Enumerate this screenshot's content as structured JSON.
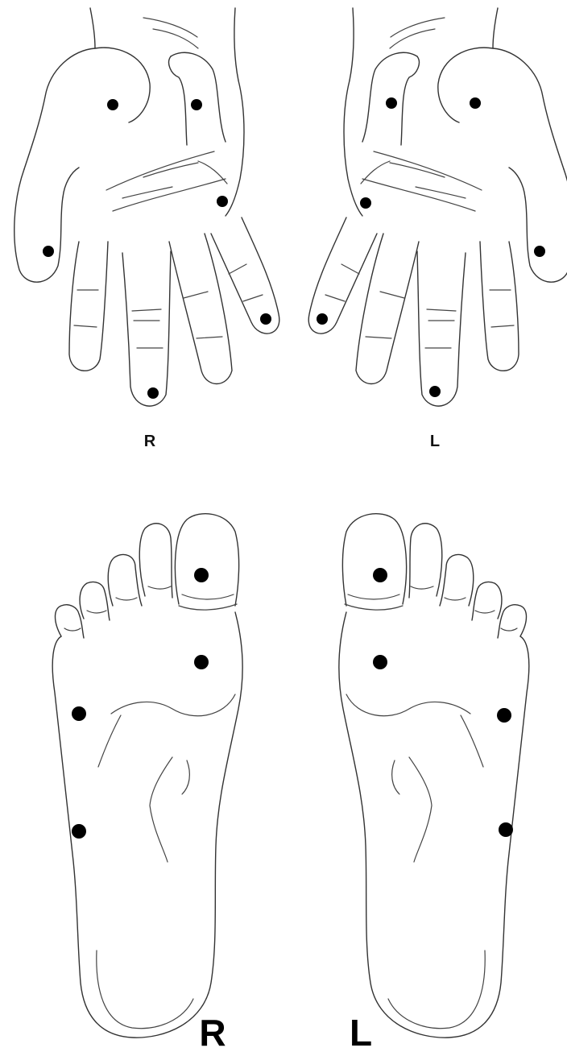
{
  "labels": {
    "hands_right": "R",
    "hands_left": "L",
    "feet_right": "R",
    "feet_left": "L"
  },
  "colors": {
    "line": "#333333",
    "dot": "#000000",
    "background": "#ffffff"
  }
}
